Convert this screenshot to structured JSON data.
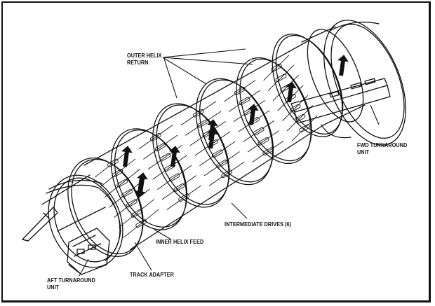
{
  "diagram": {
    "subject": "helical conveyor drum assembly (exploded isometric line drawing)",
    "colors": {
      "ink": "#111111",
      "paper": "#ffffff",
      "arrow_fill": "#111111"
    },
    "labels": {
      "outer_helix_return": {
        "line1": "OUTER HELIX",
        "line2": "RETURN"
      },
      "fwd_turnaround_unit": {
        "line1": "FWD TURNAROUND",
        "line2": "UNIT"
      },
      "intermediate_drives": {
        "line1": "INTERMEDIATE DRIVES (6)"
      },
      "inner_helix_feed": {
        "line1": "INNER HELIX FEED"
      },
      "track_adapter": {
        "line1": "TRACK ADAPTER"
      },
      "aft_turnaround_unit": {
        "line1": "AFT TURNAROUND",
        "line2": "UNIT"
      }
    },
    "flow_arrows": {
      "count": 9,
      "directions": [
        "up",
        "up",
        "up",
        "up",
        "up",
        "up",
        "up",
        "up",
        "down"
      ]
    }
  }
}
